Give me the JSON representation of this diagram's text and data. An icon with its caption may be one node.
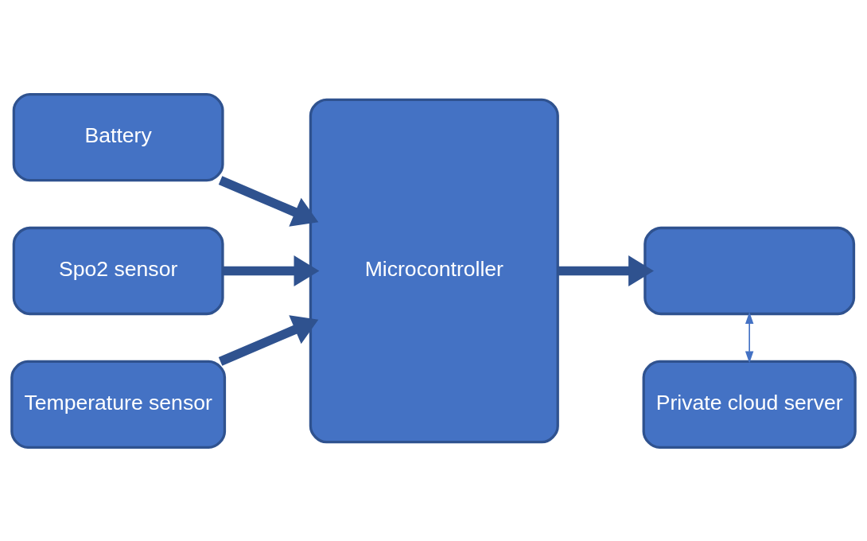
{
  "diagram": {
    "nodes": [
      {
        "text": [
          "Battery"
        ]
      },
      {
        "text": [
          "Spo2 sensor"
        ]
      },
      {
        "text": [
          "Microcontroller"
        ]
      },
      {
        "text": [],
        "shape": "box"
      },
      {
        "text": [
          "Temperature sensor"
        ]
      },
      {
        "text": [
          "Private cloud server"
        ]
      }
    ],
    "edges": [
      {
        "from": 0,
        "to": 2,
        "arrow": "to"
      },
      {
        "from": 1,
        "to": 2,
        "arrow": "to"
      },
      {
        "from": 4,
        "to": 2,
        "arrow": "to"
      },
      {
        "from": 2,
        "to": 3,
        "arrow": "to"
      },
      {
        "from": 3,
        "to": 5,
        "arrow": "both"
      }
    ]
  }
}
